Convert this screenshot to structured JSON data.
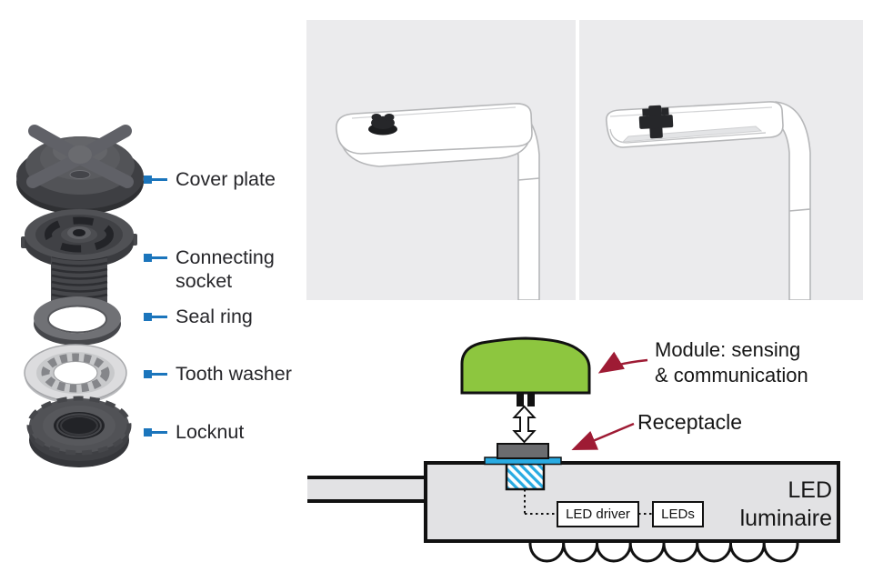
{
  "colors": {
    "accent_blue": "#1b75bc",
    "module_green": "#8dc63f",
    "receptacle_cyan": "#29abe2",
    "arrow_red": "#9e1b34",
    "panel_gray": "#ebebed",
    "luminaire_gray": "#e2e2e4"
  },
  "exploded_view": {
    "parts": [
      {
        "label": "Cover plate"
      },
      {
        "label": "Connecting socket"
      },
      {
        "label": "Seal ring"
      },
      {
        "label": "Tooth washer"
      },
      {
        "label": "Locknut"
      }
    ]
  },
  "schematic": {
    "module_label_line1": "Module: sensing",
    "module_label_line2": "& communication",
    "receptacle_label": "Receptacle",
    "led_driver_label": "LED driver",
    "leds_label": "LEDs",
    "luminaire_label_line1": "LED",
    "luminaire_label_line2": "luminaire"
  }
}
